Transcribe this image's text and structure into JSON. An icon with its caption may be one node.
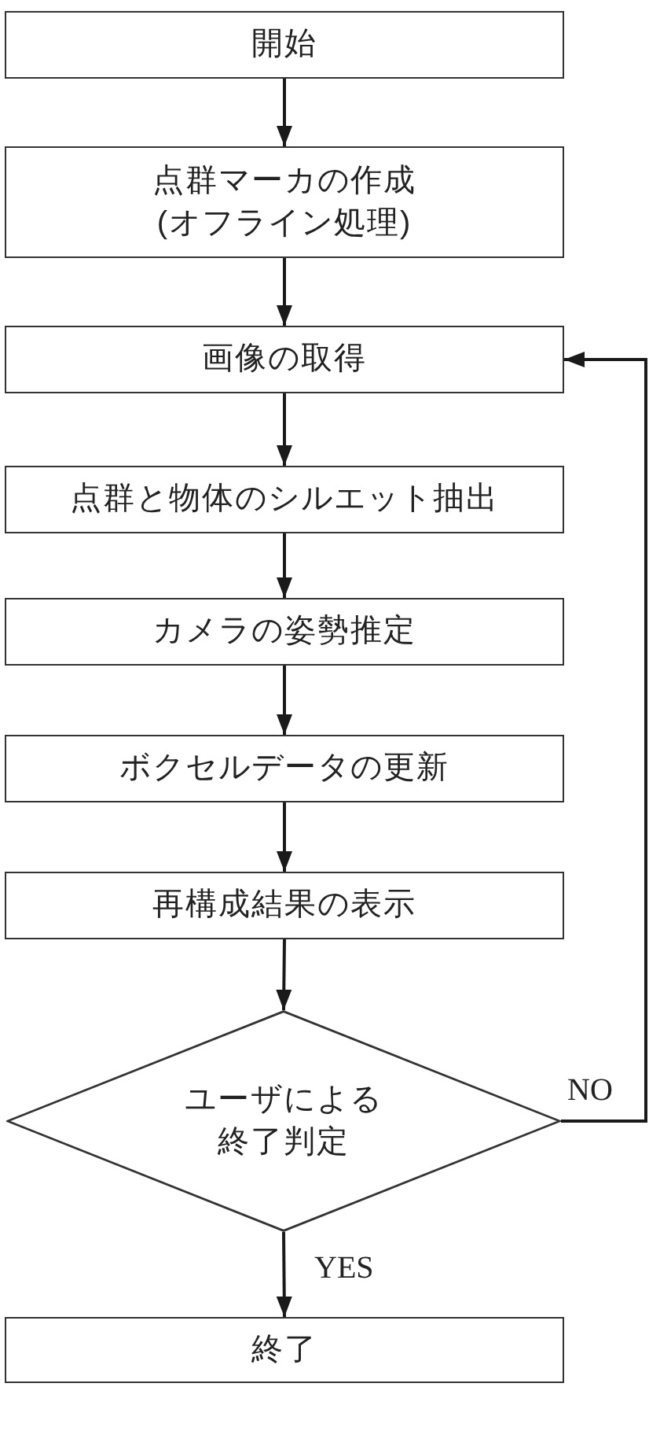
{
  "diagram": {
    "nodes": [
      {
        "text": [
          "開始"
        ]
      },
      {
        "text": [
          "点群マーカの作成(オフライン処理)"
        ]
      },
      {
        "text": [
          "画像の取得"
        ]
      },
      {
        "text": [
          "点群と物体のシルエット抽出"
        ]
      },
      {
        "text": [
          "カメラの姿勢推定"
        ]
      },
      {
        "text": [
          "ボクセルデータの更新"
        ]
      },
      {
        "text": [
          "再構成結果の表示"
        ]
      },
      {
        "text": [
          "ユーザによる終了判定"
        ]
      },
      {
        "text": [
          "終了"
        ]
      }
    ],
    "edges": [
      {
        "from": 0,
        "to": 1,
        "arrow": "to"
      },
      {
        "from": 1,
        "to": 2,
        "arrow": "to"
      },
      {
        "from": 2,
        "to": 3,
        "arrow": "to"
      },
      {
        "from": 3,
        "to": 4,
        "arrow": "to"
      },
      {
        "from": 4,
        "to": 5,
        "arrow": "to"
      },
      {
        "from": 5,
        "to": 6,
        "arrow": "to"
      },
      {
        "from": 6,
        "to": 7,
        "arrow": "to"
      },
      {
        "from": 7,
        "to": 8,
        "arrow": "to",
        "label": "YES"
      },
      {
        "from": 7,
        "to": 2,
        "arrow": "to",
        "label": "NO"
      }
    ]
  }
}
